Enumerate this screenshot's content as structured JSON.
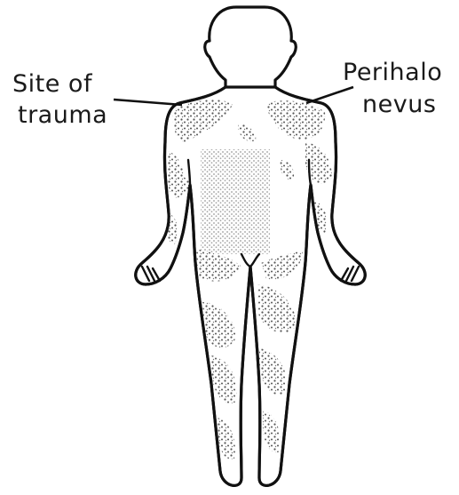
{
  "labels": {
    "left": [
      "Site of",
      "trauma"
    ],
    "right": [
      "Perihalo",
      "nevus"
    ]
  },
  "colors": {
    "ink": "#111111",
    "stipple": "#555555",
    "background": "#ffffff"
  }
}
